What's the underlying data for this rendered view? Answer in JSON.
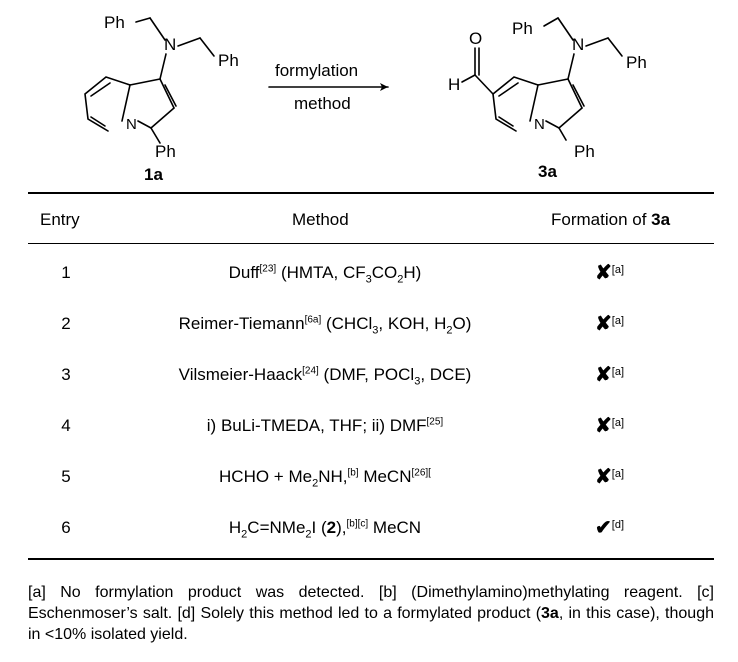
{
  "scheme": {
    "compound_1a": "1a",
    "compound_3a": "3a",
    "arrow_top": "formylation",
    "arrow_bottom": "method",
    "ph": "Ph",
    "n": "N",
    "o": "O",
    "h": "H"
  },
  "table": {
    "headers": {
      "entry": "Entry",
      "method": "Method",
      "formation": "Formation of ",
      "formation_bold": "3a"
    },
    "rows": [
      {
        "entry": "1",
        "method_html": "Duff<sup>[23]</sup> (HMTA, CF<sub>3</sub>CO<sub>2</sub>H)",
        "mark": "✘",
        "note": "[a]"
      },
      {
        "entry": "2",
        "method_html": "Reimer-Tiemann<sup>[6a]</sup> (CHCl<sub>3</sub>, KOH, H<sub>2</sub>O)",
        "mark": "✘",
        "note": "[a]"
      },
      {
        "entry": "3",
        "method_html": "Vilsmeier-Haack<sup>[24]</sup> (DMF, POCl<sub>3</sub>, DCE)",
        "mark": "✘",
        "note": "[a]"
      },
      {
        "entry": "4",
        "method_html": "i) BuLi-TMEDA, THF; ii) DMF<sup>[25]</sup>",
        "mark": "✘",
        "note": "[a]"
      },
      {
        "entry": "5",
        "method_html": "HCHO + Me<sub>2</sub>NH,<sup>[b]</sup> MeCN<sup>[26][</sup>",
        "mark": "✘",
        "note": "[a]"
      },
      {
        "entry": "6",
        "method_html": "H<sub>2</sub>C=NMe<sub>2</sub>I (<b>2</b>),<sup>[b][c]</sup> MeCN",
        "mark": "✔",
        "note": "[d]"
      }
    ]
  },
  "footnote_html": "[a] No formylation product was detected. [b] (Dimethylamino)methylating reagent. [c] Eschenmoser’s salt. [d] Solely this method led to a formylated product (<b>3a</b>, in this case), though in &lt;10% isolated yield."
}
